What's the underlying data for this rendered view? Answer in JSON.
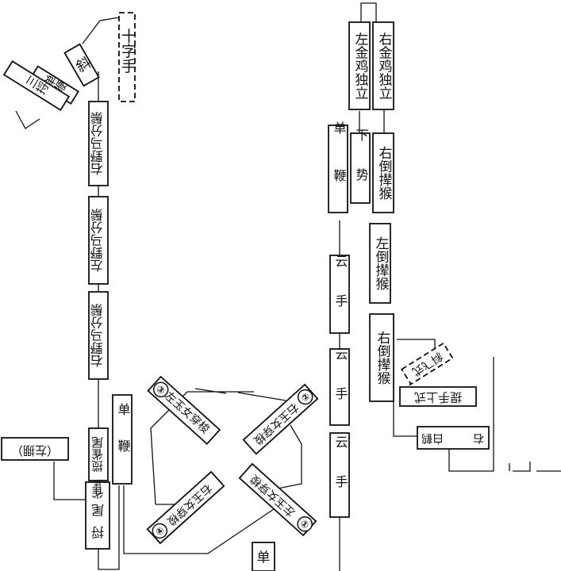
{
  "labels": {
    "shizi": "十字手",
    "xie": "斜",
    "danbian_topleft": "单鞭",
    "sanjiu": "三捋",
    "yema1": "右野马分鬃",
    "yema2": "左野马分鬃",
    "yema3": "右野马分鬃",
    "lanque": "揽雀尾",
    "zuopeng": "（左掤）",
    "mou": "搂",
    "que": "雀",
    "wei": "尾",
    "jiu": "捋",
    "danbian_mid": "单鞭",
    "yunv1": "左玉女穿梭",
    "yunv2": "右玉女穿梭",
    "yunv3": "左玉女穿梭",
    "yunv4": "右玉女穿梭",
    "n1": "①",
    "n2": "②",
    "n3": "③",
    "n4": "④",
    "dan_bottom": "单",
    "yun1": "云手",
    "yun2": "云手",
    "yun3": "云手",
    "danbian_right": "单鞭",
    "xiashi": "下势",
    "zuojinji": "左金鸡独立",
    "youjinji": "右金鸡独立",
    "daonian1": "右倒撵猴",
    "daonian2": "左倒撵猴",
    "daonian3": "右倒撵猴",
    "xiefei": "斜飞式",
    "tishou": "提手上式",
    "baihe": "白鹤",
    "you": "右"
  }
}
